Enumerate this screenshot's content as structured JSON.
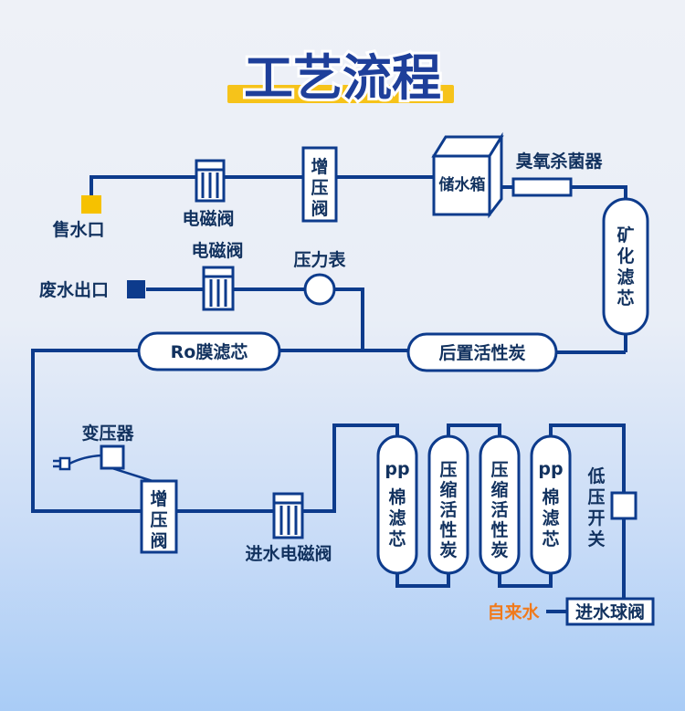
{
  "title": "工艺流程",
  "colors": {
    "line": "#0d3b8c",
    "text": "#12325f",
    "title_text": "#1e3f9a",
    "title_underline": "#f6c31a",
    "box_fill": "#ffffff",
    "outlet_yellow": "#f6c100",
    "outlet_blue": "#0d3b8c",
    "tap_water": "#f07a1c"
  },
  "labels": {
    "sale_outlet": "售水口",
    "valve_top": "电磁阀",
    "booster_top": [
      "增",
      "压",
      "阀"
    ],
    "tank": "储水箱",
    "ozone": "臭氧杀菌器",
    "mineral": [
      "矿",
      "化",
      "滤",
      "芯"
    ],
    "waste_outlet": "废水出口",
    "valve_mid": "电磁阀",
    "gauge": "压力表",
    "ro": "Ro膜滤芯",
    "post_carbon": "后置活性炭",
    "transformer": "变压器",
    "booster_low": [
      "增",
      "压",
      "阀"
    ],
    "inlet_valve": "进水电磁阀",
    "filter_pp1": [
      "pp",
      "棉",
      "滤",
      "芯"
    ],
    "filter_carbon1": [
      "压",
      "缩",
      "活",
      "性",
      "炭"
    ],
    "filter_carbon2": [
      "压",
      "缩",
      "活",
      "性",
      "炭"
    ],
    "filter_pp2": [
      "pp",
      "棉",
      "滤",
      "芯"
    ],
    "low_switch": [
      "低",
      "压",
      "开",
      "关"
    ],
    "tap_water": "自来水",
    "ball_valve": "进水球阀"
  }
}
